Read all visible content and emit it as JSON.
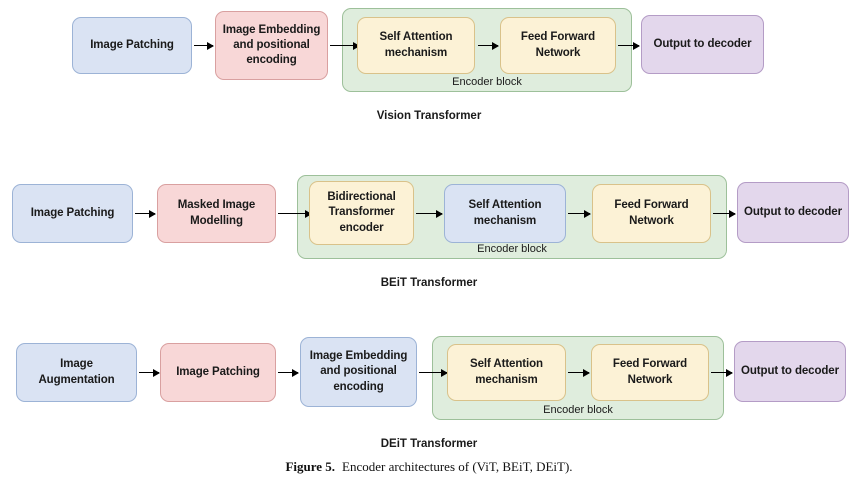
{
  "figure": {
    "caption_label": "Figure 5.",
    "caption_text": "Encoder architectures of (ViT, BEiT, DEiT).",
    "colors": {
      "blue": "#dae3f3",
      "pink": "#f8d7d7",
      "yellow": "#fcf2d6",
      "purple": "#e3d7ec",
      "green": "#dfeddd",
      "arrow": "#000000",
      "text": "#1a1a1a"
    }
  },
  "rows": [
    {
      "title": "Vision Transformer",
      "encoder_label": "Encoder block",
      "nodes": [
        {
          "label": "Image Patching",
          "color": "blue"
        },
        {
          "label": "Image Embedding and positional encoding",
          "color": "pink"
        },
        {
          "label": "Self Attention mechanism",
          "color": "yellow"
        },
        {
          "label": "Feed Forward Network",
          "color": "yellow"
        },
        {
          "label": "Output to decoder",
          "color": "purple"
        }
      ]
    },
    {
      "title": "BEiT Transformer",
      "encoder_label": "Encoder block",
      "nodes": [
        {
          "label": "Image Patching",
          "color": "blue"
        },
        {
          "label": "Masked Image Modelling",
          "color": "pink"
        },
        {
          "label": "Bidirectional Transformer encoder",
          "color": "yellow"
        },
        {
          "label": "Self Attention mechanism",
          "color": "blue"
        },
        {
          "label": "Feed Forward Network",
          "color": "yellow"
        },
        {
          "label": "Output to decoder",
          "color": "purple"
        }
      ]
    },
    {
      "title": "DEiT Transformer",
      "encoder_label": "Encoder block",
      "nodes": [
        {
          "label": "Image Augmentation",
          "color": "blue"
        },
        {
          "label": "Image Patching",
          "color": "pink"
        },
        {
          "label": "Image Embedding and positional encoding",
          "color": "blue"
        },
        {
          "label": "Self Attention mechanism",
          "color": "yellow"
        },
        {
          "label": "Feed Forward Network",
          "color": "yellow"
        },
        {
          "label": "Output to decoder",
          "color": "purple"
        }
      ]
    }
  ]
}
